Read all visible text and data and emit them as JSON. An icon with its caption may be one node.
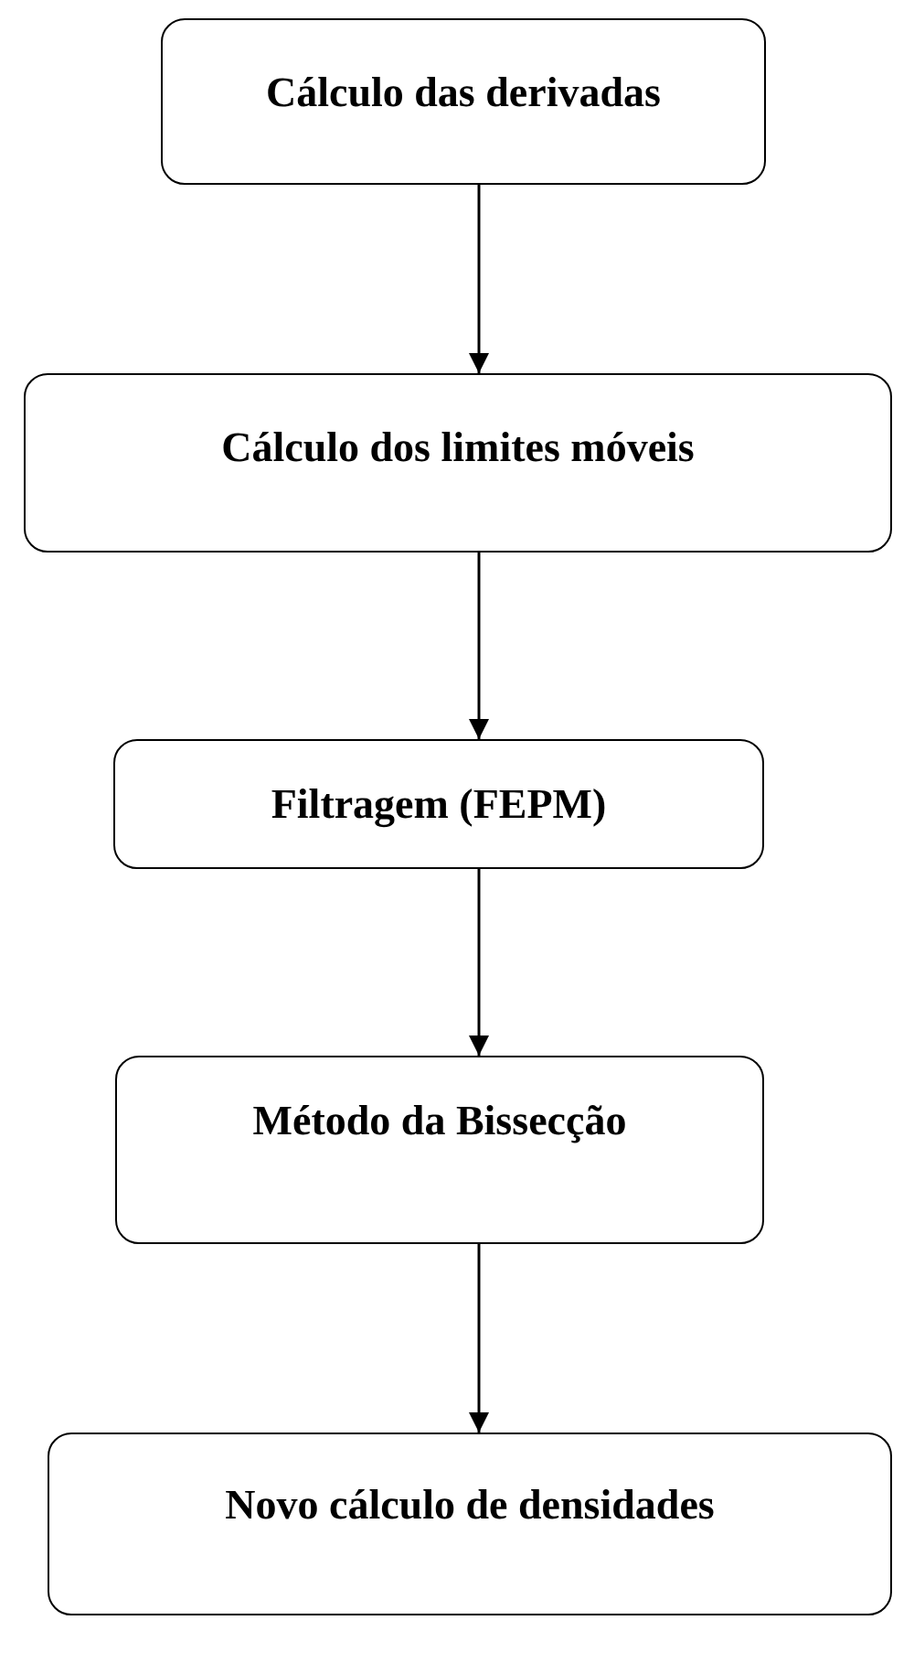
{
  "diagram": {
    "nodes": [
      {
        "text": [
          "Cálculo das derivadas"
        ]
      },
      {
        "text": [
          "Cálculo dos limites móveis"
        ]
      },
      {
        "text": [
          "Filtragem (FEPM)"
        ]
      },
      {
        "text": [
          "Método da Bissecção"
        ]
      },
      {
        "text": [
          "Novo cálculo de densidades"
        ]
      }
    ],
    "edges": [
      {
        "from": 0,
        "to": 1,
        "arrow": "to"
      },
      {
        "from": 1,
        "to": 2,
        "arrow": "to"
      },
      {
        "from": 2,
        "to": 3,
        "arrow": "to"
      },
      {
        "from": 3,
        "to": 4,
        "arrow": "to"
      }
    ]
  }
}
